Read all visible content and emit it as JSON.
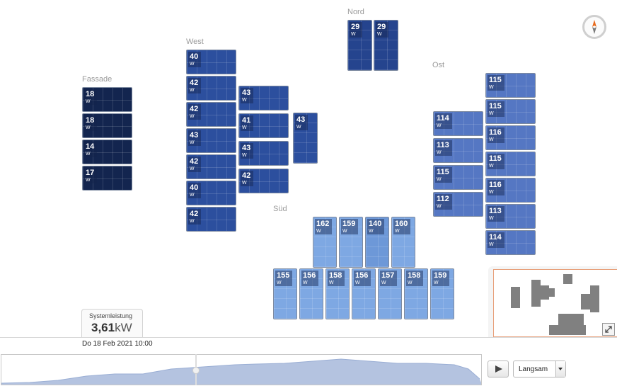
{
  "groups": [
    {
      "id": "fassade",
      "label": "Fassade"
    },
    {
      "id": "west",
      "label": "West"
    },
    {
      "id": "nord",
      "label": "Nord"
    },
    {
      "id": "ost",
      "label": "Ost"
    },
    {
      "id": "sued",
      "label": "Süd"
    }
  ],
  "panels": {
    "fassade": [
      "18",
      "18",
      "14",
      "17"
    ],
    "west_col1": [
      "40",
      "42",
      "42",
      "43",
      "42",
      "40",
      "42"
    ],
    "west_col2": [
      "43",
      "41",
      "43",
      "42"
    ],
    "west_col3": [
      "43"
    ],
    "nord": [
      "29",
      "29"
    ],
    "ost_left": [
      "114",
      "113",
      "115",
      "112"
    ],
    "ost_right": [
      "115",
      "115",
      "116",
      "115",
      "116",
      "113",
      "114"
    ],
    "sued_top": [
      "162",
      "159",
      "140",
      "160"
    ],
    "sued_bottom": [
      "155",
      "156",
      "158",
      "156",
      "157",
      "158",
      "159"
    ]
  },
  "unit_short": "W",
  "system": {
    "label": "Systemleistung",
    "value": "3,61",
    "unit": "kW"
  },
  "timeline": {
    "date": "Do 18 Feb 2021 10:00"
  },
  "controls": {
    "speed": "Langsam"
  },
  "colors": {
    "fassade": "#13254f",
    "west": "#2c4f9e",
    "nord": "#25448e",
    "ost": "#5577c3",
    "sued": "#7ea8e3",
    "sued_dark": "#6d98d8",
    "timeline_fill": "#b4c3e0",
    "minimap_block": "#808080",
    "compass_needle": "#e86a1c"
  },
  "icons": {
    "compass": "compass-icon",
    "play": "play-icon",
    "resize": "resize-icon",
    "dropdown": "chevron-down-icon"
  }
}
